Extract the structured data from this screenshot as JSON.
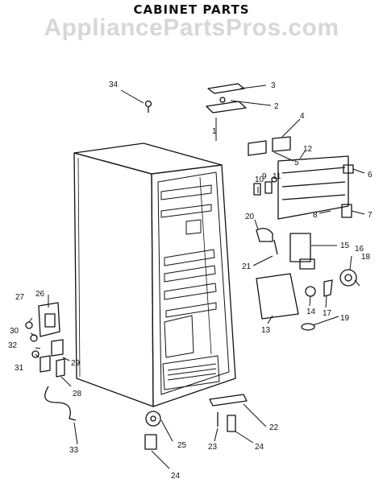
{
  "diagram": {
    "title": "CABINET PARTS",
    "watermark": "AppliancePartsPros.com",
    "callouts": [
      "1",
      "2",
      "3",
      "4",
      "5",
      "6",
      "7",
      "8",
      "9",
      "10",
      "11",
      "12",
      "13",
      "14",
      "15",
      "16",
      "17",
      "18",
      "19",
      "20",
      "21",
      "22",
      "23",
      "24",
      "25",
      "26",
      "27",
      "28",
      "29",
      "30",
      "31",
      "32",
      "33",
      "34"
    ],
    "callout_24_second": "24"
  }
}
